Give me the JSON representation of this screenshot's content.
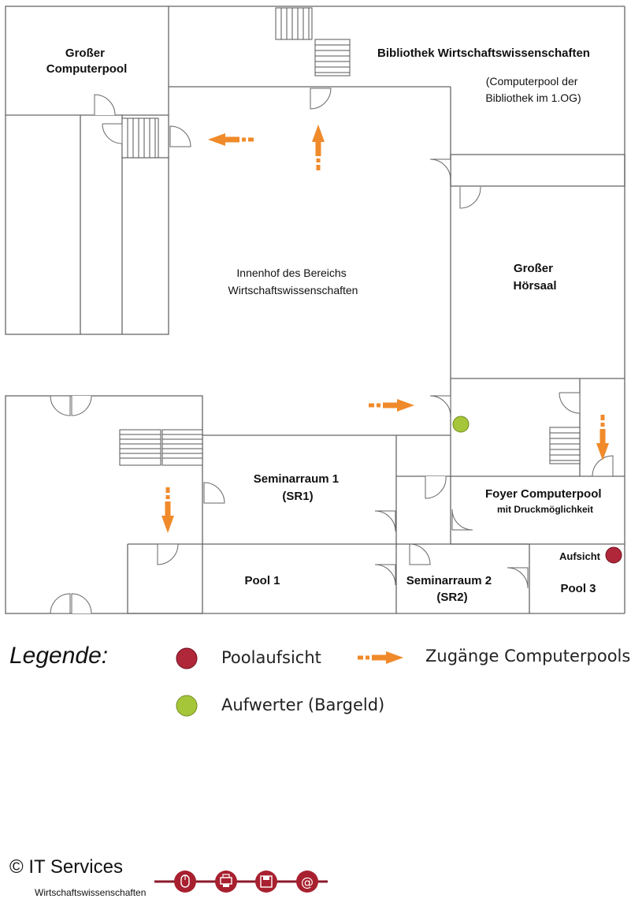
{
  "rooms": {
    "grosser_computerpool": [
      "Großer",
      "Computerpool"
    ],
    "bibliothek_title": "Bibliothek Wirtschaftswissenschaften",
    "bibliothek_note": [
      "(Computerpool der",
      "Bibliothek im 1.OG)"
    ],
    "innenhof": [
      "Innenhof des Bereichs",
      "Wirtschaftswissenschaften"
    ],
    "grosser_hoersaal": [
      "Großer",
      "Hörsaal"
    ],
    "seminarraum1": [
      "Seminarraum 1",
      "(SR1)"
    ],
    "foyer": [
      "Foyer Computerpool",
      "mit Druckmöglichkeit"
    ],
    "aufsicht": "Aufsicht",
    "pool1": "Pool 1",
    "seminarraum2": [
      "Seminarraum 2",
      "(SR2)"
    ],
    "pool3": "Pool 3"
  },
  "legend": {
    "title": "Legende:",
    "poolaufsicht": "Poolaufsicht",
    "zugaenge": "Zugänge Computerpools",
    "aufwerter": "Aufwerter (Bargeld)"
  },
  "colors": {
    "poolaufsicht": "#b0273a",
    "aufwerter": "#a6c63a",
    "arrow": "#f08a2a",
    "brand_line": "#8b1a2b",
    "brand_icon": "#a8202f"
  },
  "footer": {
    "brand": "© IT Services",
    "sub": "Wirtschaftswissenschaften",
    "icons": [
      "mouse-icon",
      "printer-icon",
      "floppy-disk-icon",
      "at-sign-icon"
    ]
  }
}
